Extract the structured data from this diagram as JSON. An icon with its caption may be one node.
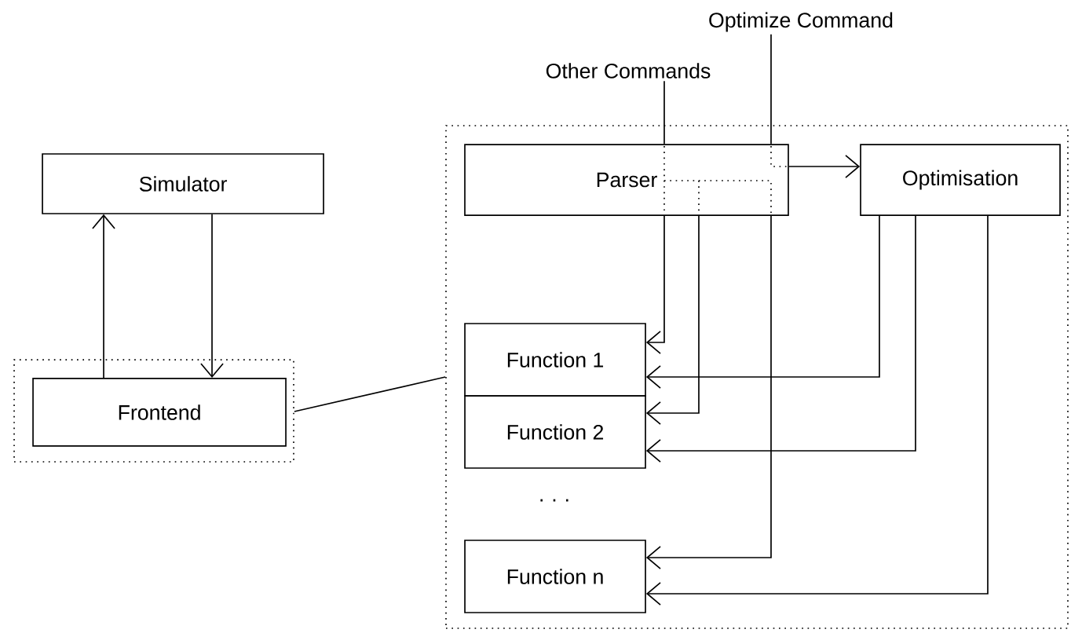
{
  "diagram": {
    "nodes": [
      {
        "text": [
          "Simulator"
        ]
      },
      {
        "text": [],
        "shape": "box"
      },
      {
        "text": [
          "Frontend"
        ],
        "in": 1
      },
      {
        "text": [],
        "shape": "box"
      },
      {
        "text": [
          "Parser"
        ],
        "in": 3
      },
      {
        "text": [
          "Optimisation"
        ],
        "in": 3
      },
      {
        "text": [
          "Function 1"
        ],
        "in": 3
      },
      {
        "text": [
          "Function 2"
        ],
        "in": 3
      },
      {
        "text": [
          "Function n"
        ],
        "in": 3
      },
      {
        "text": [
          "Other Commands"
        ]
      },
      {
        "text": [
          "Optimize Command"
        ]
      }
    ],
    "edges": [
      {
        "from": 2,
        "to": 0,
        "arrow": "to"
      },
      {
        "from": 0,
        "to": 2,
        "arrow": "to"
      },
      {
        "from": 1,
        "to": 3,
        "arrow": "none"
      },
      {
        "from": 9,
        "to": 4,
        "arrow": "none"
      },
      {
        "from": 10,
        "to": 4,
        "arrow": "none"
      },
      {
        "from": 4,
        "to": 5,
        "arrow": "to"
      },
      {
        "from": 4,
        "to": 6,
        "arrow": "to"
      },
      {
        "from": 4,
        "to": 7,
        "arrow": "to"
      },
      {
        "from": 4,
        "to": 8,
        "arrow": "to"
      },
      {
        "from": 5,
        "to": 6,
        "arrow": "to"
      },
      {
        "from": 5,
        "to": 7,
        "arrow": "to"
      },
      {
        "from": 5,
        "to": 8,
        "arrow": "to"
      }
    ],
    "labels": [
      "· · ·"
    ]
  }
}
